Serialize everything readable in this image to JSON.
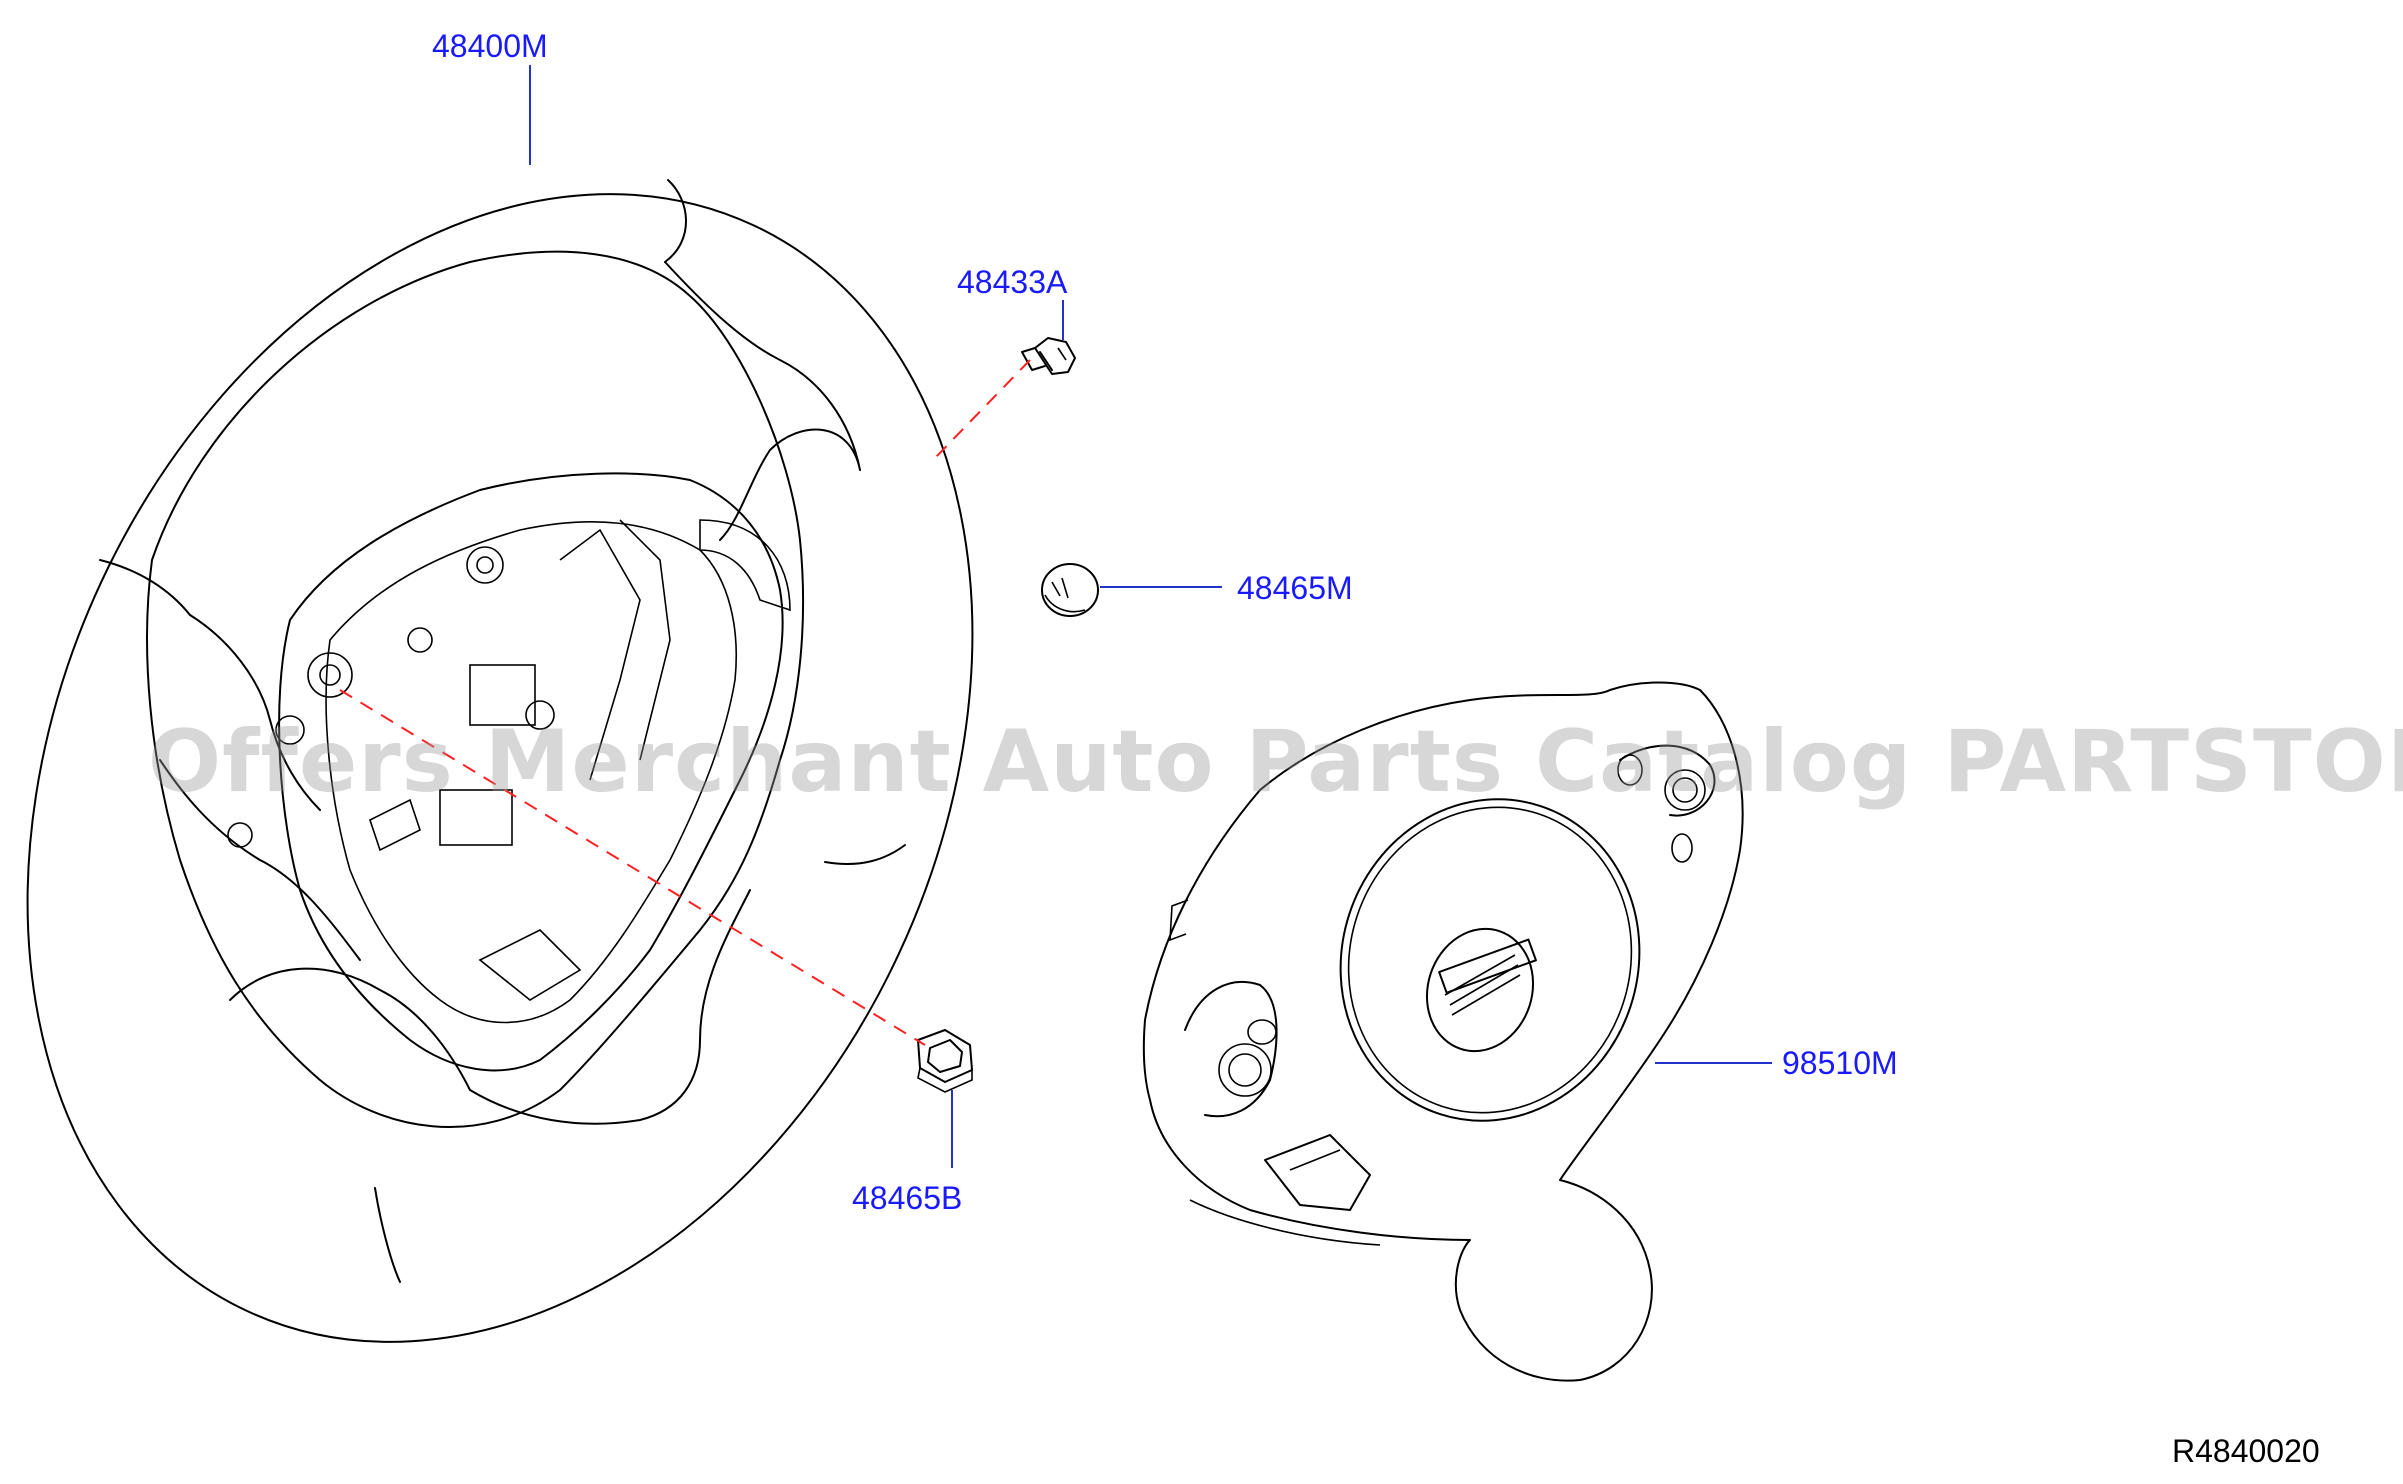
{
  "diagram": {
    "id": "R4840020",
    "watermark": "Offers Merchant Auto Parts Catalog PARTSTORE.SA"
  },
  "parts": [
    {
      "key": "steering_wheel",
      "number": "48400M"
    },
    {
      "key": "bolt",
      "number": "48433A"
    },
    {
      "key": "cap",
      "number": "48465M"
    },
    {
      "key": "nut",
      "number": "48465B"
    },
    {
      "key": "airbag_module",
      "number": "98510M"
    }
  ],
  "colors": {
    "label": "#1a1aff",
    "leader": "#2233cc",
    "centerline": "#ff2020",
    "watermark": "#969696"
  }
}
